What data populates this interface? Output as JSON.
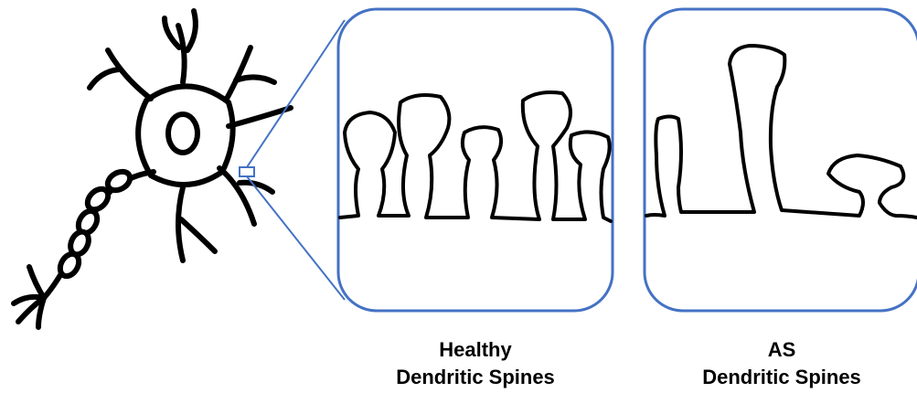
{
  "panels": {
    "healthy": {
      "caption_line1": "Healthy",
      "caption_line2": "Dendritic Spines"
    },
    "as": {
      "caption_line1": "AS",
      "caption_line2": "Dendritic Spines"
    }
  },
  "colors": {
    "panel_border": "#4472C4",
    "stroke": "#000000",
    "background": "#FFFFFF"
  }
}
